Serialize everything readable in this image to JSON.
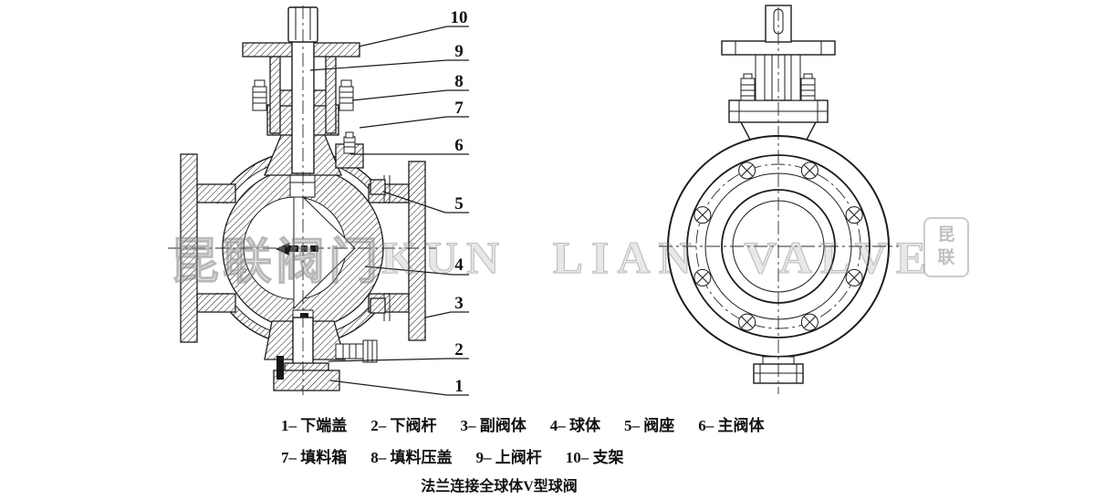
{
  "watermark": {
    "cn": "昆联阀门",
    "en": "KUN LIAN VALVE",
    "logo_top": "昆",
    "logo_bottom": "联"
  },
  "callouts": [
    "10",
    "9",
    "8",
    "7",
    "6",
    "5",
    "4",
    "3",
    "2",
    "1"
  ],
  "legend": {
    "row1": [
      "1– 下端盖",
      "2– 下阀杆",
      "3– 副阀体",
      "4– 球体",
      "5– 阀座",
      "6– 主阀体"
    ],
    "row2": [
      "7– 填料箱",
      "8– 填料压盖",
      "9– 上阀杆",
      "10– 支架"
    ],
    "title": "法兰连接全球体V型球阀"
  },
  "colors": {
    "line": "#1c1c1c",
    "background": "#ffffff",
    "watermark": "#9a9a9a"
  }
}
